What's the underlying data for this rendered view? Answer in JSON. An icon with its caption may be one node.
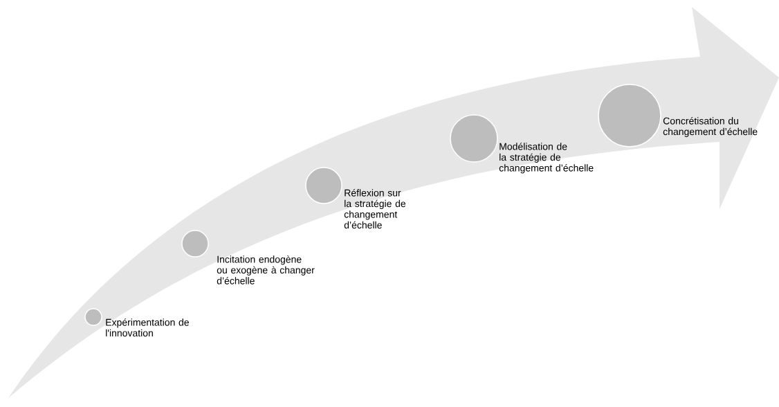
{
  "diagram": {
    "nodes": [
      {
        "text": [],
        "shape": "circle",
        "beside": [
          "Expérimentation de l'innovation"
        ]
      },
      {
        "text": [],
        "shape": "circle",
        "beside": [
          "Incitation endogène ou exogène à changer d’échelle"
        ]
      },
      {
        "text": [],
        "shape": "circle",
        "beside": [
          "Réflexion sur la stratégie de changement d’échelle"
        ]
      },
      {
        "text": [],
        "shape": "circle",
        "beside": [
          "Modélisation de la stratégie de changement d’échelle"
        ]
      },
      {
        "text": [],
        "shape": "circle",
        "beside": [
          "Concrétisation du changement d’échelle"
        ]
      }
    ]
  }
}
